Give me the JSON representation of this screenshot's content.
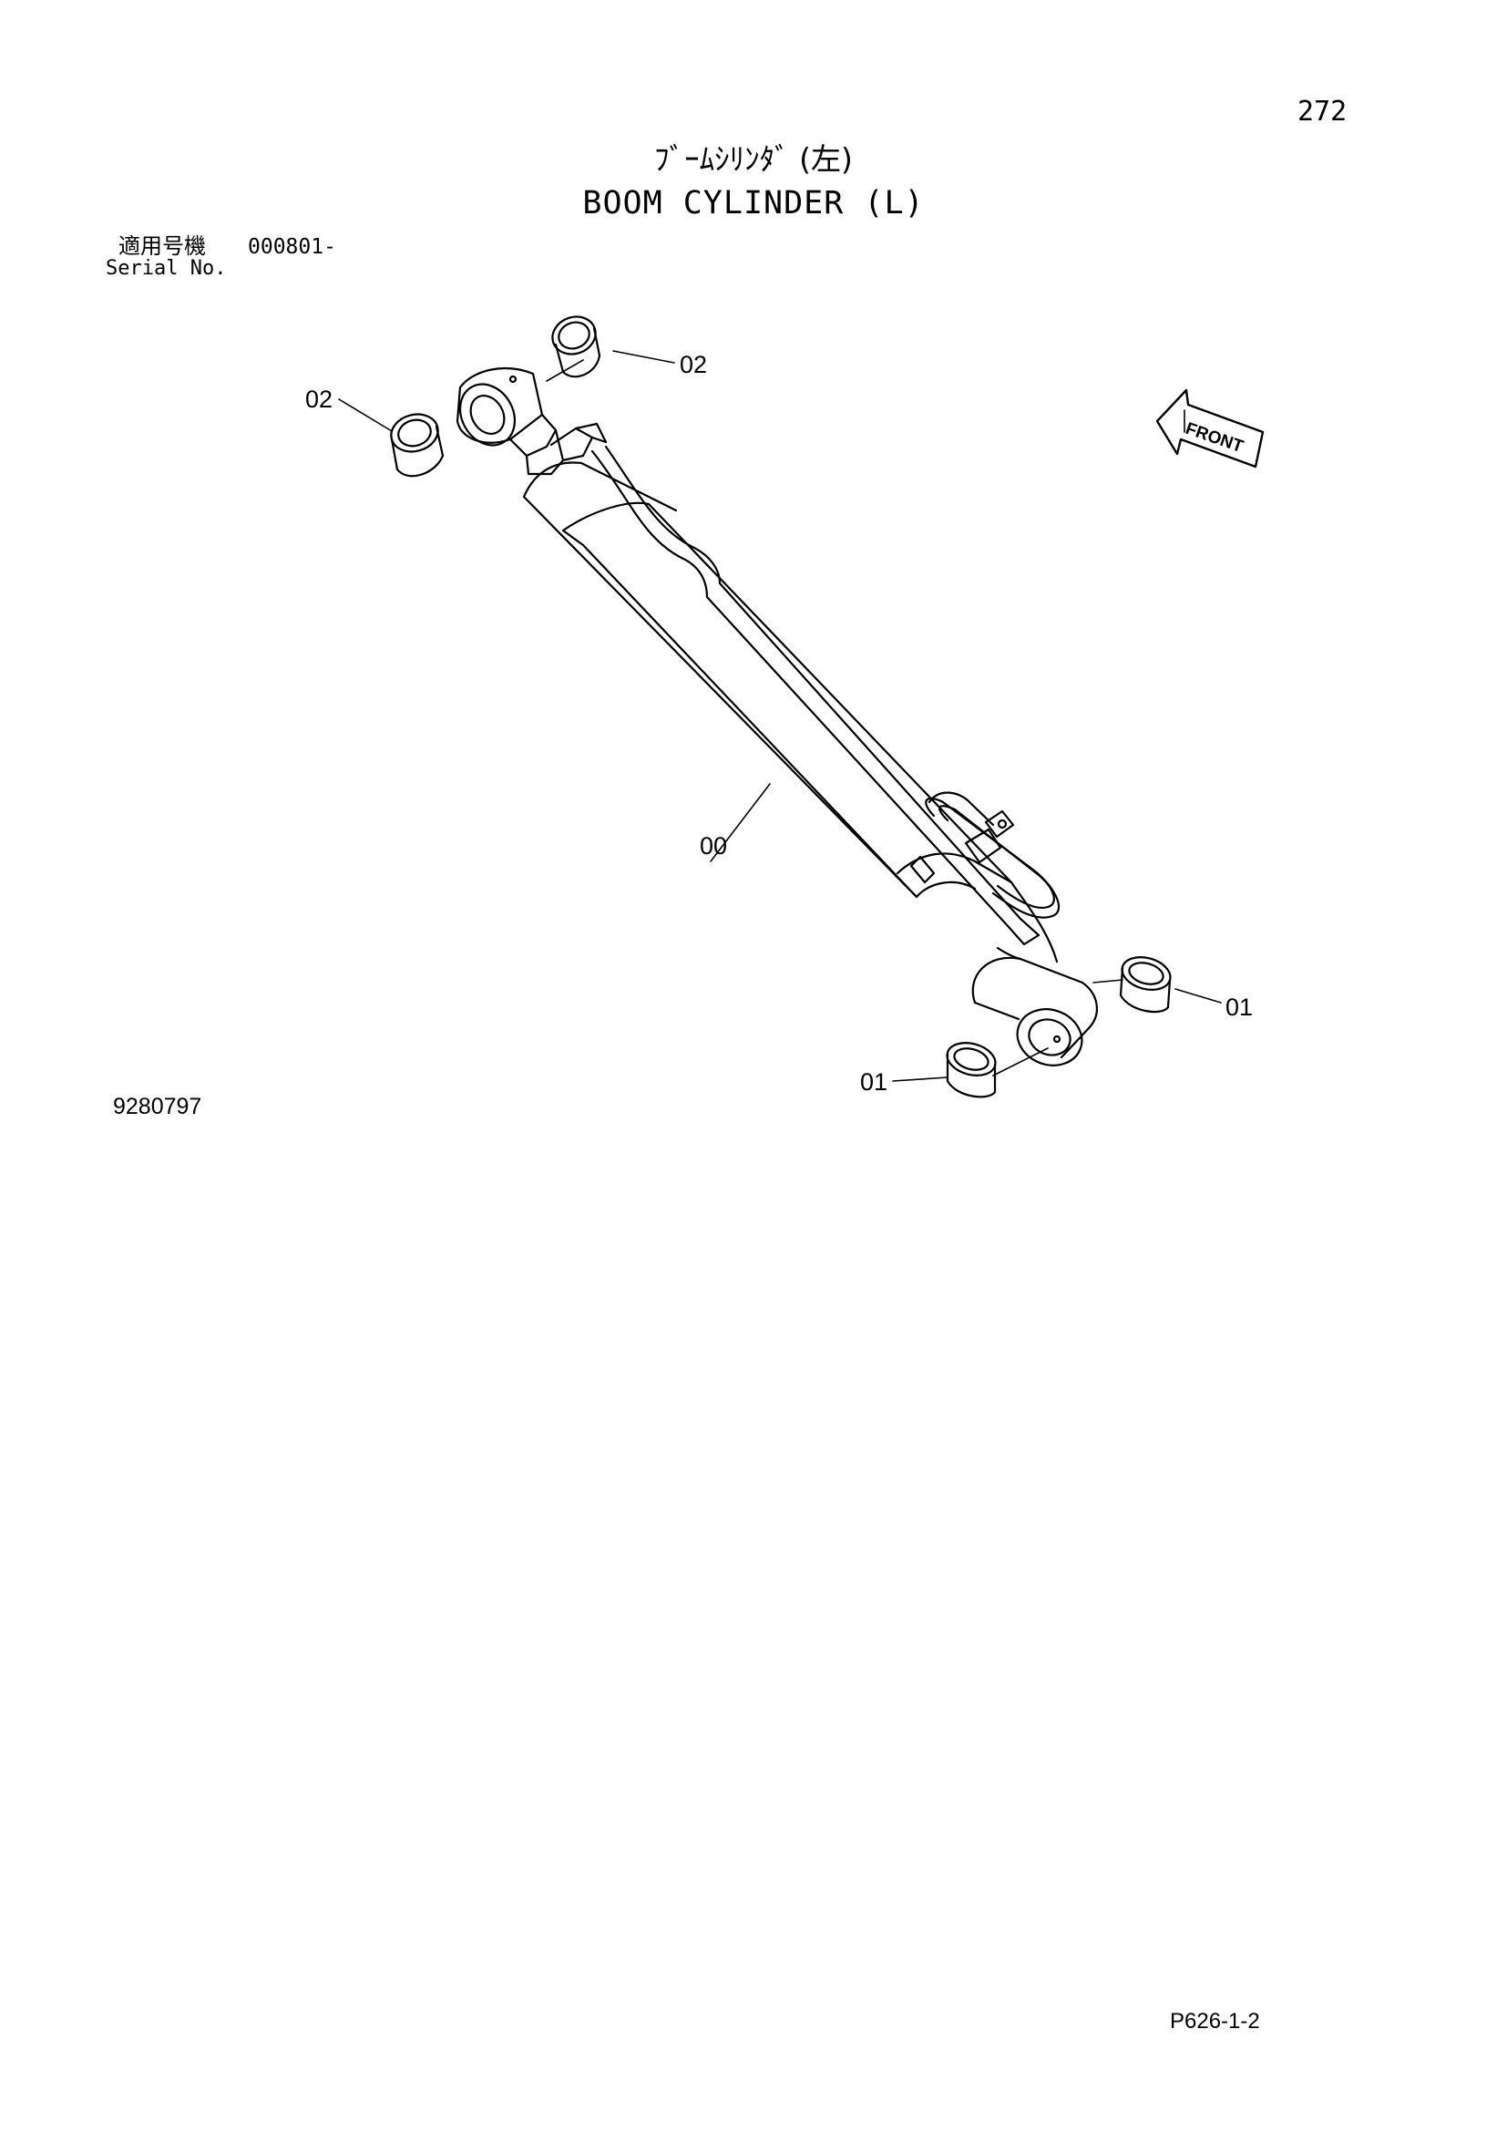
{
  "header": {
    "page_number": "272",
    "title_jp": "ﾌﾞｰﾑｼﾘﾝﾀﾞ (左)",
    "title_en": "BOOM CYLINDER (L)",
    "serial_label_jp": "適用号機",
    "serial_range": "000801-",
    "serial_label_en": "Serial No."
  },
  "diagram": {
    "callouts": {
      "c00": "00",
      "c01a": "01",
      "c01b": "01",
      "c02a": "02",
      "c02b": "02"
    },
    "front_label": "FRONT",
    "drawing_number": "9280797"
  },
  "footer": {
    "sheet_code": "P626-1-2"
  }
}
